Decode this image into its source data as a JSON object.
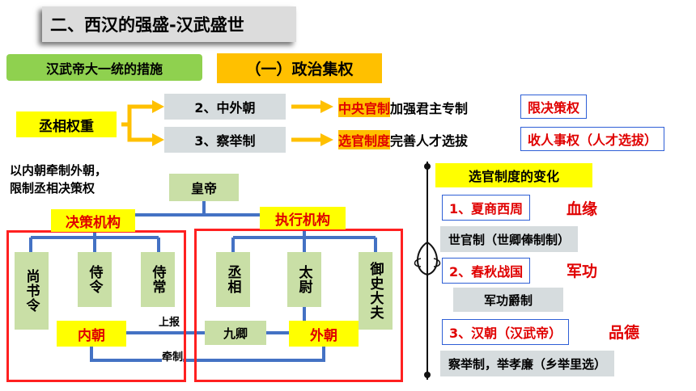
{
  "header": {
    "title": "二、西汉的强盛-汉武盛世",
    "measures_label": "汉武帝大一统的措施",
    "section": "（一）政治集权"
  },
  "chancellor": {
    "label": "丞相权重",
    "court": {
      "label": "2、中外朝",
      "highlight": "中央官制",
      "rest": "加强君主专制",
      "result": "限决策权"
    },
    "exam": {
      "label": "3、察举制",
      "highlight": "选官制度",
      "rest": "完善人才选拔",
      "result": "收人事权（人才选拔）"
    }
  },
  "structure": {
    "note_line1": "以内朝牵制外朝，",
    "note_line2": "限制丞相决策权",
    "emperor": "皇帝",
    "decision": "决策机构",
    "execution": "执行机构",
    "inner_offices": [
      "尚书令",
      "侍令",
      "侍常"
    ],
    "outer_offices": [
      "丞相",
      "太尉",
      "御史大夫"
    ],
    "inner_court": "内朝",
    "outer_court": "外朝",
    "nine_ministers": "九卿",
    "report": "上报",
    "control": "牵制"
  },
  "selection": {
    "title": "选官制度的变化",
    "eras": [
      {
        "era": "1、夏商西周",
        "criterion": "血缘",
        "system": "世官制（世卿俸制制）"
      },
      {
        "era": "2、春秋战国",
        "criterion": "军功",
        "system": "军功爵制"
      },
      {
        "era": "3、汉朝（汉武帝）",
        "criterion": "品德",
        "system": "察举制，举孝廉（乡举里选）"
      }
    ]
  },
  "colors": {
    "accent_red": "#e00000",
    "highlight_yellow": "#ffff00",
    "highlight_orange": "#ffc000",
    "green_box": "#8fd14f",
    "office_green": "#c9dfa6",
    "gray_box": "#d6dcde"
  }
}
